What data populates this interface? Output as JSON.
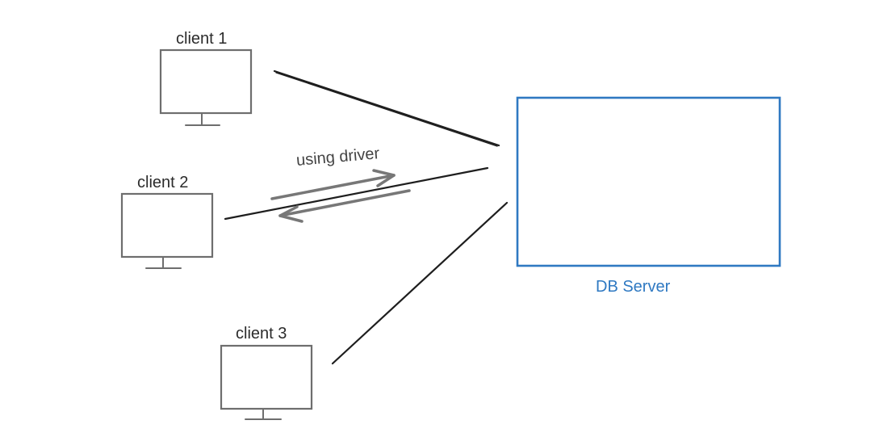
{
  "clients": [
    {
      "label": "client 1"
    },
    {
      "label": "client 2"
    },
    {
      "label": "client 3"
    }
  ],
  "server": {
    "label": "DB Server"
  },
  "connection": {
    "label": "using driver"
  },
  "colors": {
    "server": "#2f79c2",
    "client_outline": "#6e6e6e",
    "link": "#1e1e1e",
    "arrow": "#777777"
  },
  "icons": [
    "monitor-icon",
    "arrow-right-icon",
    "arrow-left-icon"
  ]
}
